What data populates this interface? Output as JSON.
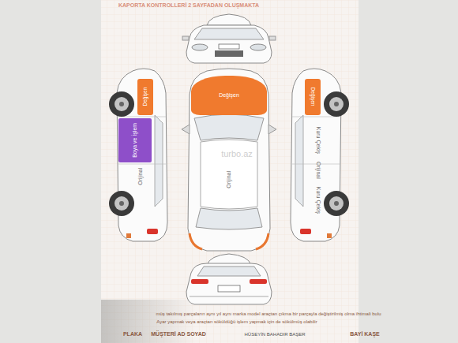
{
  "diagram": {
    "title": "KAPORTA KONTROLLERİ 2 SAYFADAN OLUŞMAKTA",
    "nodes": [
      {
        "text": [
          "Değişen"
        ]
      },
      {
        "text": [
          "Değişen"
        ]
      },
      {
        "text": [
          "Boya ve İşlem"
        ]
      },
      {
        "text": [
          "Değişen"
        ]
      }
    ],
    "labels": [
      "Orijinal",
      "Orijinal",
      "Kuru Çekiş",
      "Orijinal",
      "Kuru Çekiş",
      "turbo.az",
      "müş takılmış parçaların aynı yıl aynı marka model araçtan çıkma bir parçayla değiştirilmiş olma ihtimali bulu",
      "Ayar yapmak veya araçtan söküldüğü işlem yapmak için de sökülmüş olabilir",
      "PLAKA",
      "MÜŞTERİ AD SOYAD",
      "HÜSEYİN BAHADIR BAŞER",
      "BAYİ KAŞE"
    ]
  }
}
